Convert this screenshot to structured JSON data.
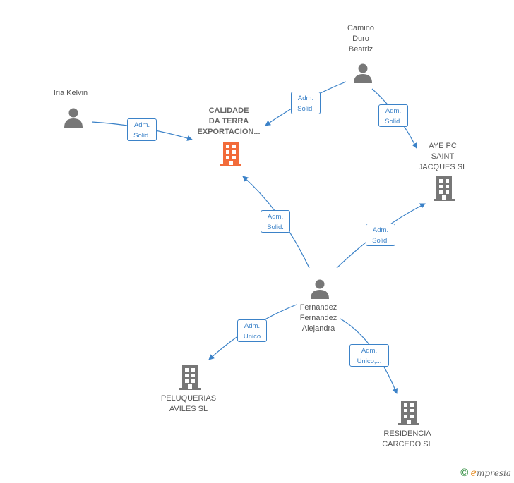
{
  "nodes": {
    "calidade": "CALIDADE\nDA TERRA\nEXPORTACION...",
    "iria": "Iria Kelvin",
    "camino": "Camino\nDuro\nBeatriz",
    "aye": "AYE PC\nSAINT\nJACQUES  SL",
    "fernandez": "Fernandez\nFernandez\nAlejandra",
    "peluquerias": "PELUQUERIAS\nAVILES  SL",
    "residencia": "RESIDENCIA\nCARCEDO  SL"
  },
  "roles": {
    "iria_calidade": "Adm.\nSolid.",
    "camino_calidade": "Adm.\nSolid.",
    "camino_aye": "Adm.\nSolid.",
    "fernandez_calidade": "Adm.\nSolid.",
    "fernandez_aye": "Adm.\nSolid.",
    "fernandez_peluquerias": "Adm.\nUnico",
    "fernandez_residencia": "Adm.\nUnico,..."
  },
  "colors": {
    "edge": "#3b82c8",
    "main_company": "#f26b3a",
    "company": "#777777",
    "person": "#777777"
  },
  "brand": {
    "symbol": "©",
    "initial": "e",
    "rest": "mpresia"
  }
}
